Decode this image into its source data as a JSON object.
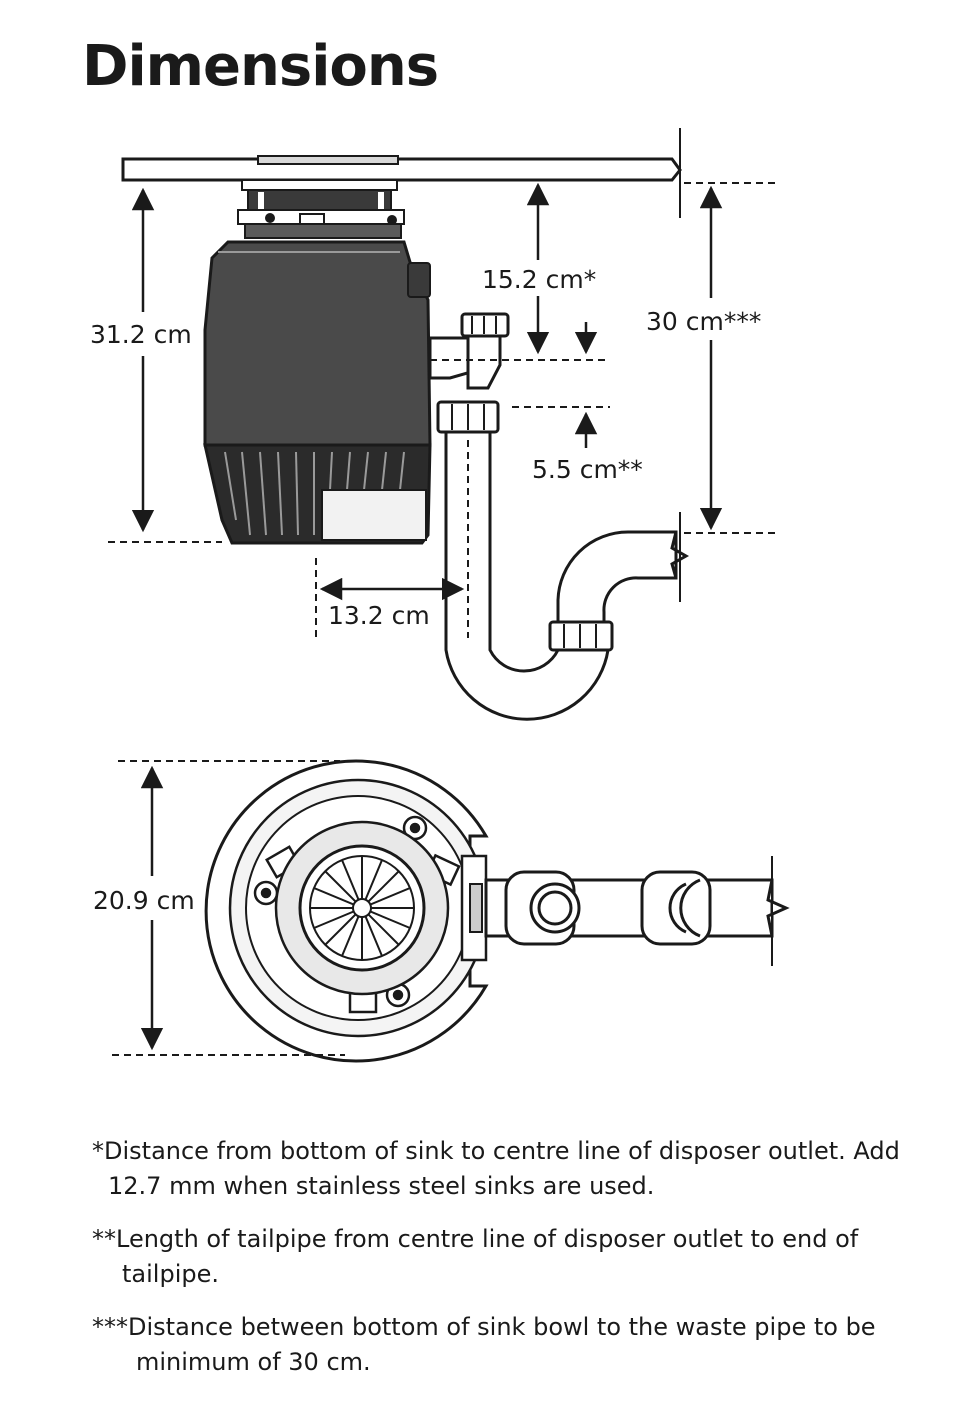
{
  "title": "Dimensions",
  "dimensions": {
    "disposer_height": "31.2 cm",
    "sink_to_outlet": "15.2 cm*",
    "sink_to_waste": "30 cm***",
    "tailpipe_length": "5.5 cm**",
    "outlet_offset": "13.2 cm",
    "disposer_diameter": "20.9 cm"
  },
  "notes": [
    "*Distance from bottom of sink to centre line of disposer outlet. Add 12.7 mm when stainless steel sinks are used.",
    "**Length of tailpipe from centre line of disposer outlet to end of tailpipe.",
    "***Distance between bottom of sink bowl to the waste pipe to be minimum of 30 cm."
  ],
  "colors": {
    "ink": "#1a1a1a",
    "body": "#4a4a4a",
    "body_dark": "#2b2b2b",
    "pipe": "#ffffff"
  }
}
